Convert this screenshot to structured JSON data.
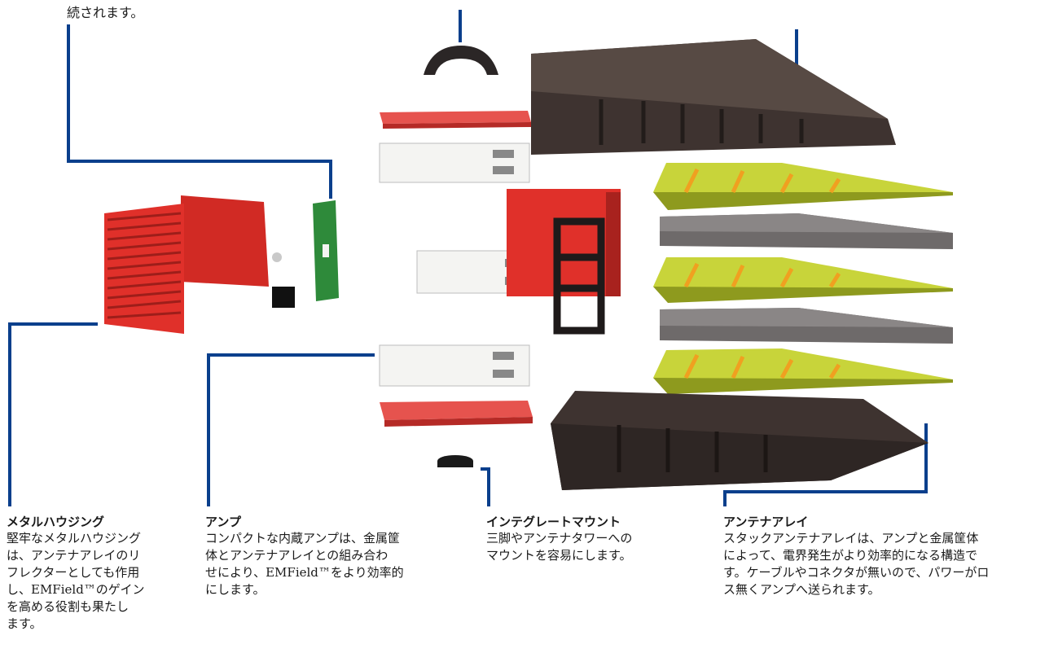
{
  "top_fragment": "続されます。",
  "callouts": [
    {
      "title": "メタルハウジング",
      "body": "堅牢なメタルハウジング\nは、アンテナアレイのリ\nフレクターとしても作用\nし、EMField™のゲイン\nを高める役割も果たし\nます。"
    },
    {
      "title": "アンプ",
      "body": "コンパクトな内蔵アンプは、金属筐\n体とアンテナアレイとの組み合わ\nせにより、EMField™をより効率的\nにします。"
    },
    {
      "title": "インテグレートマウント",
      "body": "三脚やアンテナタワーへの\nマウントを容易にします。"
    },
    {
      "title": "アンテナアレイ",
      "body": "スタックアンテナアレイは、アンプと金属筐体\nによって、電界発生がより効率的になる構造で\nす。ケーブルやコネクタが無いので、パワーがロ\nス無くアンプへ送られます。"
    }
  ],
  "colors": {
    "leader_line": "#0a3f8c",
    "housing_red": "#e0302a",
    "antenna_yellow": "#c8d43a",
    "antenna_orange": "#f0a020",
    "dark_brown": "#3e3330",
    "grey_plate": "#6e6a6a",
    "pcb_green": "#2e8a3a"
  }
}
